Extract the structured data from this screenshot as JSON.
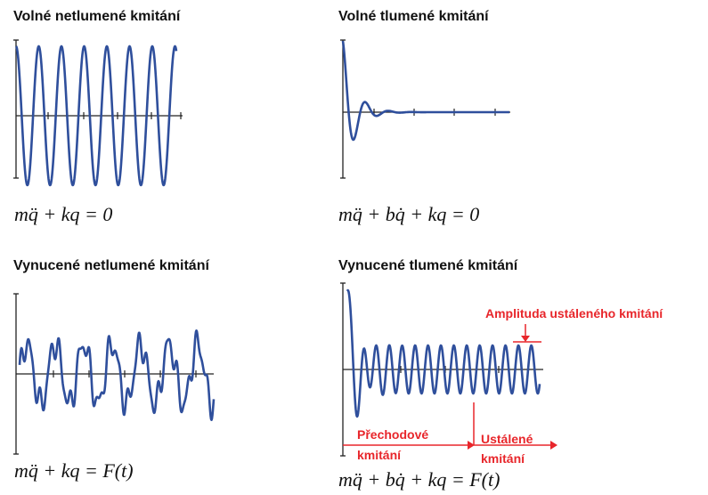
{
  "panels": [
    {
      "title": "Volné netlumené kmitání",
      "equation": "mq̈ + kq = 0"
    },
    {
      "title": "Volné tlumené kmitání",
      "equation": "mq̈ + bq̇ + kq = 0"
    },
    {
      "title": "Vynucené netlumené kmitání",
      "equation": "mq̈ + kq = F(t)"
    },
    {
      "title": "Vynucené tlumené kmitání",
      "equation": "mq̈ + bq̇ + kq = F(t)"
    }
  ],
  "annotations": {
    "amplitude_label": "Amplituda ustáleného kmitání",
    "transient_line1": "Přechodové",
    "transient_line2": "kmitání",
    "steady_line1": "Ustálené",
    "steady_line2": "kmitání"
  },
  "colors": {
    "signal": "#2f4f9c",
    "annotation": "#e8262b",
    "axis": "#222222"
  }
}
